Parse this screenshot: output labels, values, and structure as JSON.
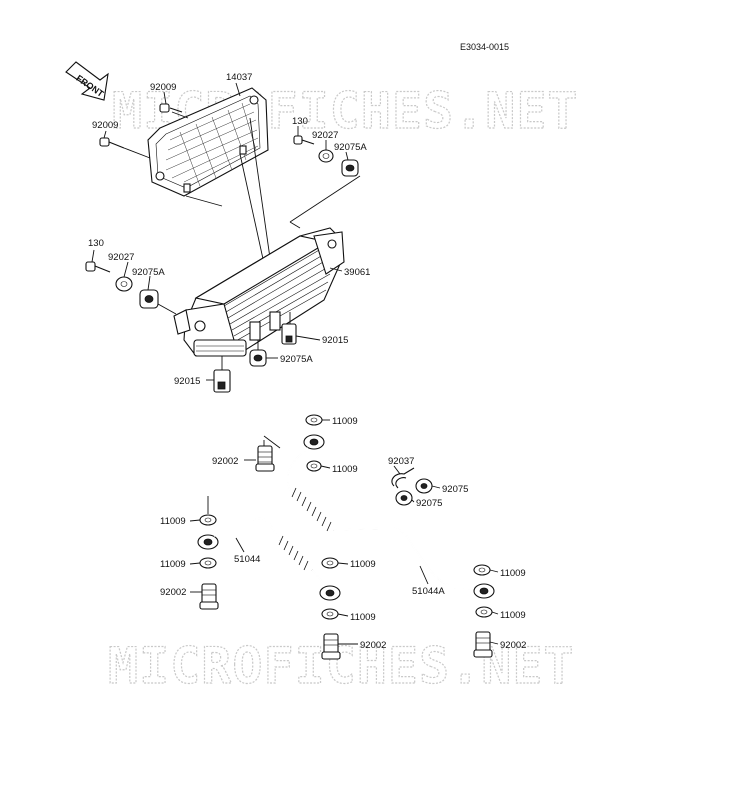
{
  "diagram_code": "E3034-0015",
  "front_label": "FRONT",
  "watermark": "MICROFICHES.NET",
  "callouts": {
    "p14037": "14037",
    "p92009_top": "92009",
    "p92009_left": "92009",
    "p130_top": "130",
    "p92027_top": "92027",
    "p92075A_top": "92075A",
    "p130_left": "130",
    "p92027_left": "92027",
    "p92075A_left": "92075A",
    "p39061": "39061",
    "p92015_right": "92015",
    "p92075A_bottom": "92075A",
    "p92015_left": "92015",
    "p11009_a": "11009",
    "p92002_a": "92002",
    "p11009_b": "11009",
    "p92037": "92037",
    "p92075_a": "92075",
    "p92075_b": "92075",
    "p11009_c": "11009",
    "p51044": "51044",
    "p11009_d": "11009",
    "p11009_e": "11009",
    "p92002_b": "92002",
    "p51044A": "51044A",
    "p11009_f": "11009",
    "p11009_g": "11009",
    "p11009_h": "11009",
    "p92002_c": "92002",
    "p92002_d": "92002"
  }
}
